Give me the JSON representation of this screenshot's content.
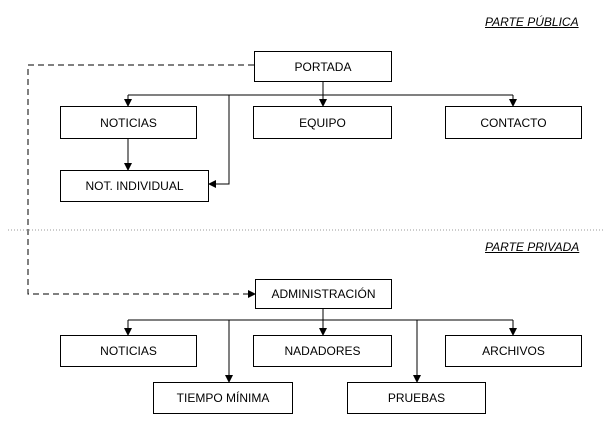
{
  "sections": {
    "public": "PARTE PÚBLICA",
    "private": "PARTE PRIVADA"
  },
  "public_nodes": {
    "portada": "PORTADA",
    "noticias": "NOTICIAS",
    "equipo": "EQUIPO",
    "contacto": "CONTACTO",
    "not_individual": "NOT. INDIVIDUAL"
  },
  "private_nodes": {
    "administracion": "ADMINISTRACIÓN",
    "noticias": "NOTICIAS",
    "nadadores": "NADADORES",
    "archivos": "ARCHIVOS",
    "tiempo_minima": "TIEMPO MÍNIMA",
    "pruebas": "PRUEBAS"
  }
}
